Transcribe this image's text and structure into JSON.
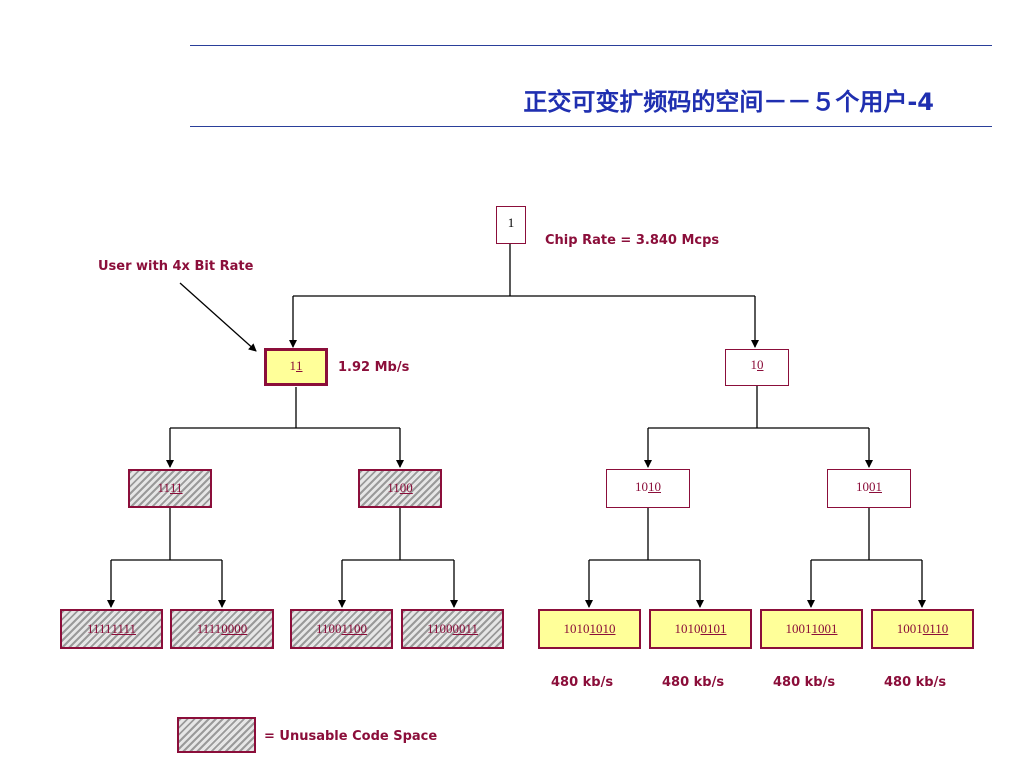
{
  "title": "正交可变扩频码的空间－－５个用户-4",
  "annotations": {
    "chip_rate": "Chip Rate = 3.840 Mcps",
    "user_4x": "User with 4x Bit Rate",
    "rate_11": "1.92 Mb/s",
    "rate_480": "480 kb/s",
    "legend": "= Unusable Code Space"
  },
  "nodes": {
    "root": {
      "prefix": "1",
      "suffix": ""
    },
    "n11": {
      "prefix": "1",
      "suffix": "1"
    },
    "n10": {
      "prefix": "1",
      "suffix": "0"
    },
    "n1111": {
      "prefix": "11",
      "suffix": "11"
    },
    "n1100": {
      "prefix": "11",
      "suffix": "00"
    },
    "n1010": {
      "prefix": "10",
      "suffix": "10"
    },
    "n1001": {
      "prefix": "10",
      "suffix": "01"
    },
    "n11111111": {
      "prefix": "1111",
      "suffix": "1111"
    },
    "n11110000": {
      "prefix": "1111",
      "suffix": "0000"
    },
    "n11001100": {
      "prefix": "1100",
      "suffix": "1100"
    },
    "n11000011": {
      "prefix": "1100",
      "suffix": "0011"
    },
    "n10101010": {
      "prefix": "1010",
      "suffix": "1010"
    },
    "n10100101": {
      "prefix": "1010",
      "suffix": "0101"
    },
    "n10011001": {
      "prefix": "1001",
      "suffix": "1001"
    },
    "n10010110": {
      "prefix": "1001",
      "suffix": "0110"
    }
  },
  "colors": {
    "title": "#1f2fb0",
    "rule": "#2a3f9a",
    "label": "#8b0e3a",
    "selected_fill": "#ffff99"
  }
}
